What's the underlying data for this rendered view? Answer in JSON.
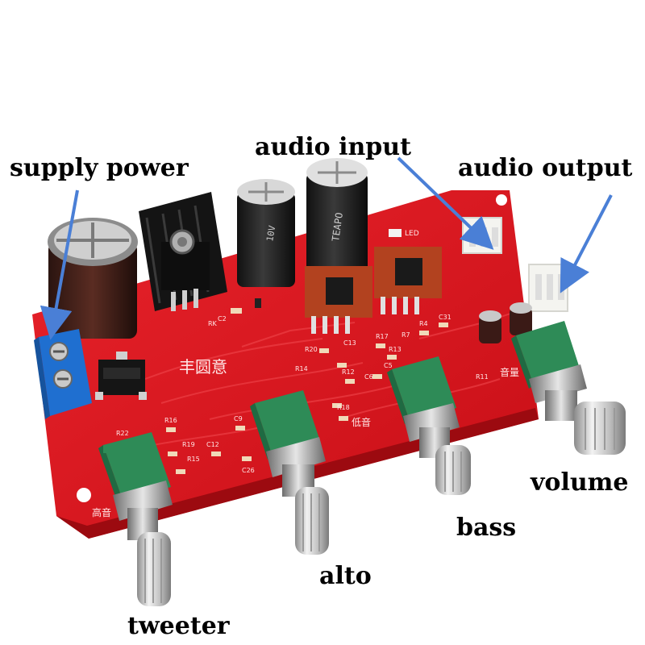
{
  "labels": {
    "supply_power": "supply power",
    "audio_input": "audio input",
    "audio_output": "audio output",
    "volume": "volume",
    "bass": "bass",
    "alto": "alto",
    "tweeter": "tweeter"
  },
  "board": {
    "brand_cn": "丰圆意",
    "silk_tweeter_cn": "高音",
    "silk_bass_cn": "低音",
    "silk_volume_cn": "音量",
    "led_label": "LED",
    "cap_brand": "TEAPO",
    "cap_rating": "10V"
  },
  "components": {
    "refs": [
      "R22",
      "R16",
      "R19",
      "R15",
      "C12",
      "C9",
      "C26",
      "R18",
      "R20",
      "R14",
      "C13",
      "R12",
      "C6",
      "R17",
      "R13",
      "C5",
      "R4",
      "C31",
      "R11",
      "R7",
      "C2",
      "RK"
    ]
  },
  "colors": {
    "pcb": "#e0141c",
    "arrow": "#4a7fd6",
    "terminal": "#1f6fd0",
    "pot_green": "#2e8b57"
  }
}
